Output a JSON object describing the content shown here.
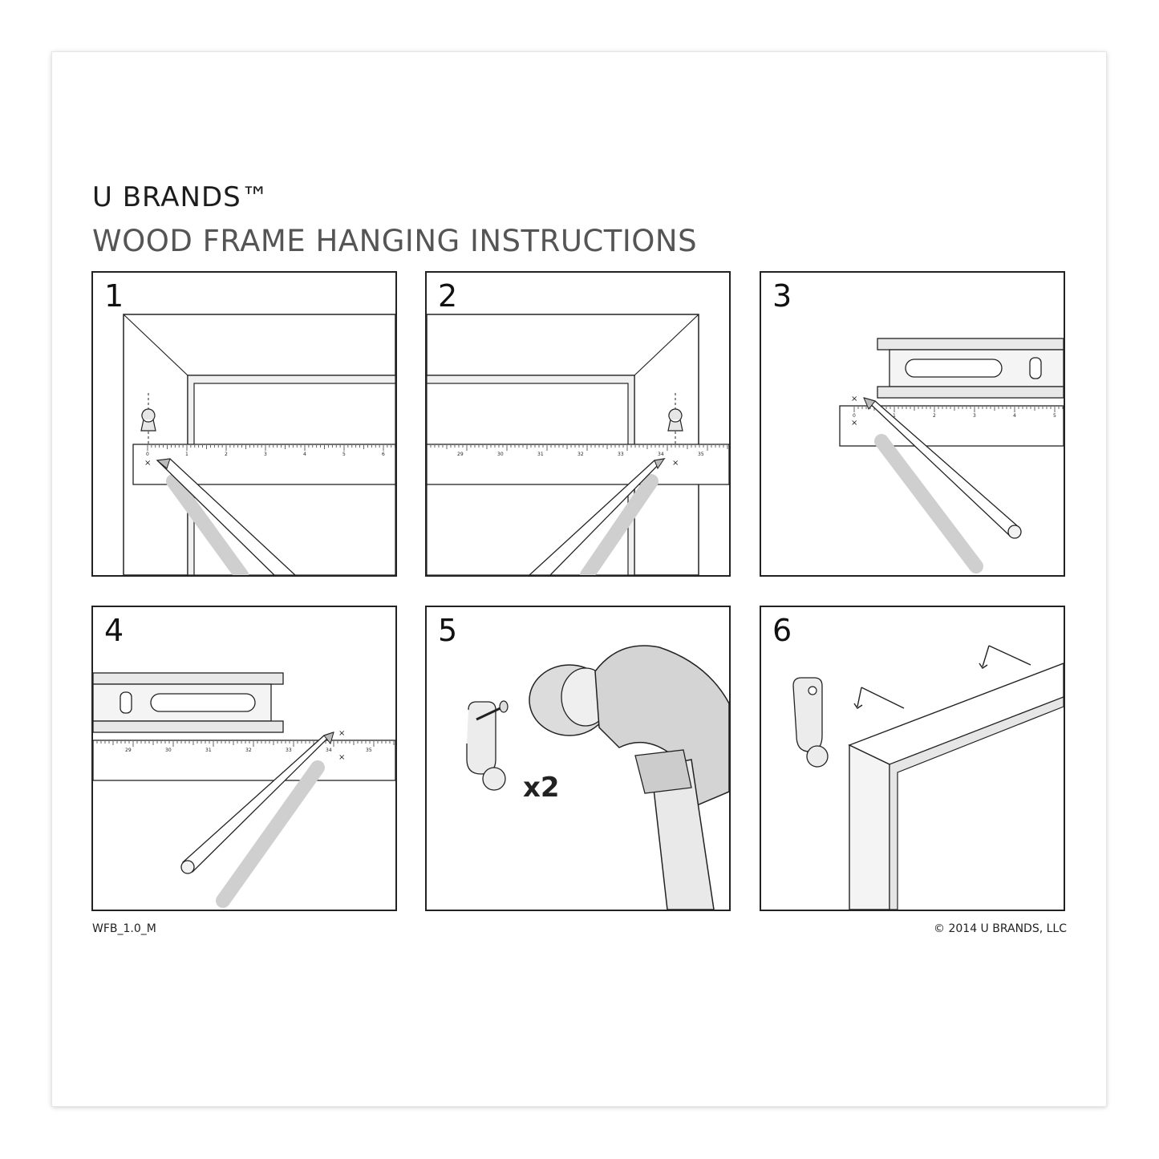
{
  "header": {
    "brand": "U BRANDS™",
    "subtitle": "WOOD FRAME HANGING INSTRUCTIONS"
  },
  "steps": [
    {
      "number": "1"
    },
    {
      "number": "2"
    },
    {
      "number": "3"
    },
    {
      "number": "4"
    },
    {
      "number": "5",
      "quantity_label": "x2"
    },
    {
      "number": "6"
    }
  ],
  "footer": {
    "code": "WFB_1.0_M",
    "copyright": "© 2014 U BRANDS, LLC"
  },
  "rulers": {
    "step1_ticks": [
      "0",
      "1",
      "2",
      "3",
      "4",
      "5",
      "6"
    ],
    "step2_ticks": [
      "29",
      "30",
      "31",
      "32",
      "33",
      "34",
      "35"
    ],
    "step3_ticks": [
      "0",
      "1",
      "2",
      "3",
      "4",
      "5"
    ],
    "step4_ticks": [
      "29",
      "30",
      "31",
      "32",
      "33",
      "34",
      "35"
    ]
  },
  "colors": {
    "ink": "#1a1a1a",
    "metal_light": "#e8e8e8",
    "metal_mid": "#cfcfcf",
    "shadow": "#c8c8c8"
  }
}
